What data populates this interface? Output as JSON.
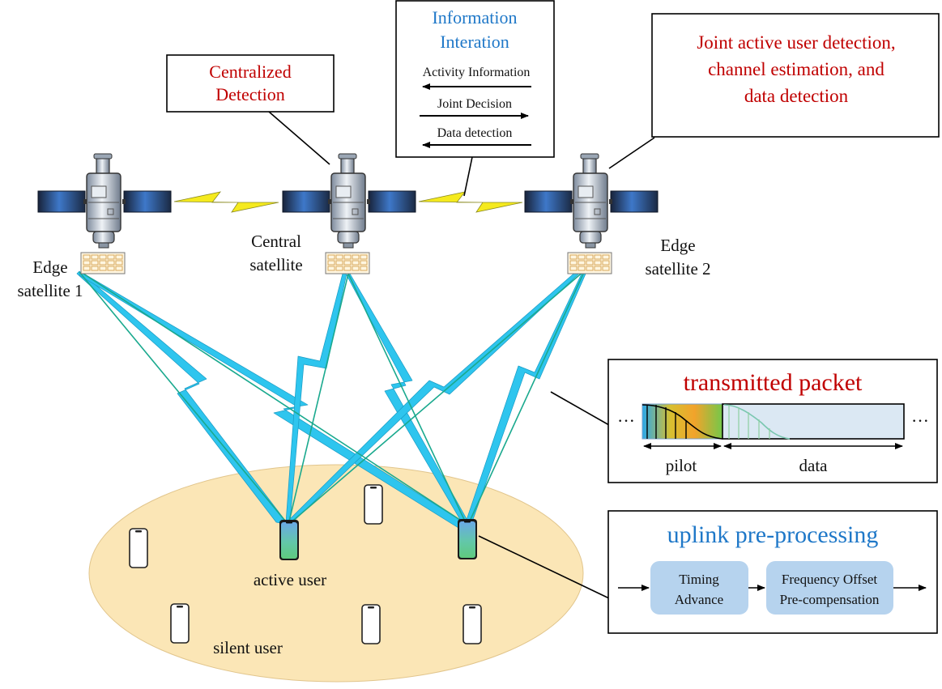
{
  "boxes": {
    "centralized": {
      "line1": "Centralized",
      "line2": "Detection"
    },
    "interaction": {
      "title1": "Information",
      "title2": "Interation",
      "activity": "Activity Information",
      "joint": "Joint Decision",
      "data": "Data detection"
    },
    "joint": {
      "line1": "Joint active user detection,",
      "line2": "channel estimation, and",
      "line3": "data detection"
    }
  },
  "satellites": {
    "edge1": {
      "line1": "Edge",
      "line2": "satellite 1"
    },
    "central": {
      "line1": "Central",
      "line2": "satellite"
    },
    "edge2": {
      "line1": "Edge",
      "line2": "satellite 2"
    }
  },
  "users": {
    "active": "active user",
    "silent": "silent user"
  },
  "packet": {
    "title": "transmitted packet",
    "pilot": "pilot",
    "data": "data",
    "ellipsis_left": "···",
    "ellipsis_right": "···"
  },
  "preprocessing": {
    "title": "uplink pre-processing",
    "timing1": "Timing",
    "timing2": "Advance",
    "freq1": "Frequency Offset",
    "freq2": "Pre-compensation"
  },
  "colors": {
    "red_text": "#c00000",
    "blue_text": "#1f78c8",
    "link_cyan": "#2ec5ee",
    "link_green": "#1aa98e",
    "isl_yellow": "#f5ea1e",
    "ellipse_fill": "#fbe6b6",
    "panel_blue": "#b6d3ee"
  }
}
